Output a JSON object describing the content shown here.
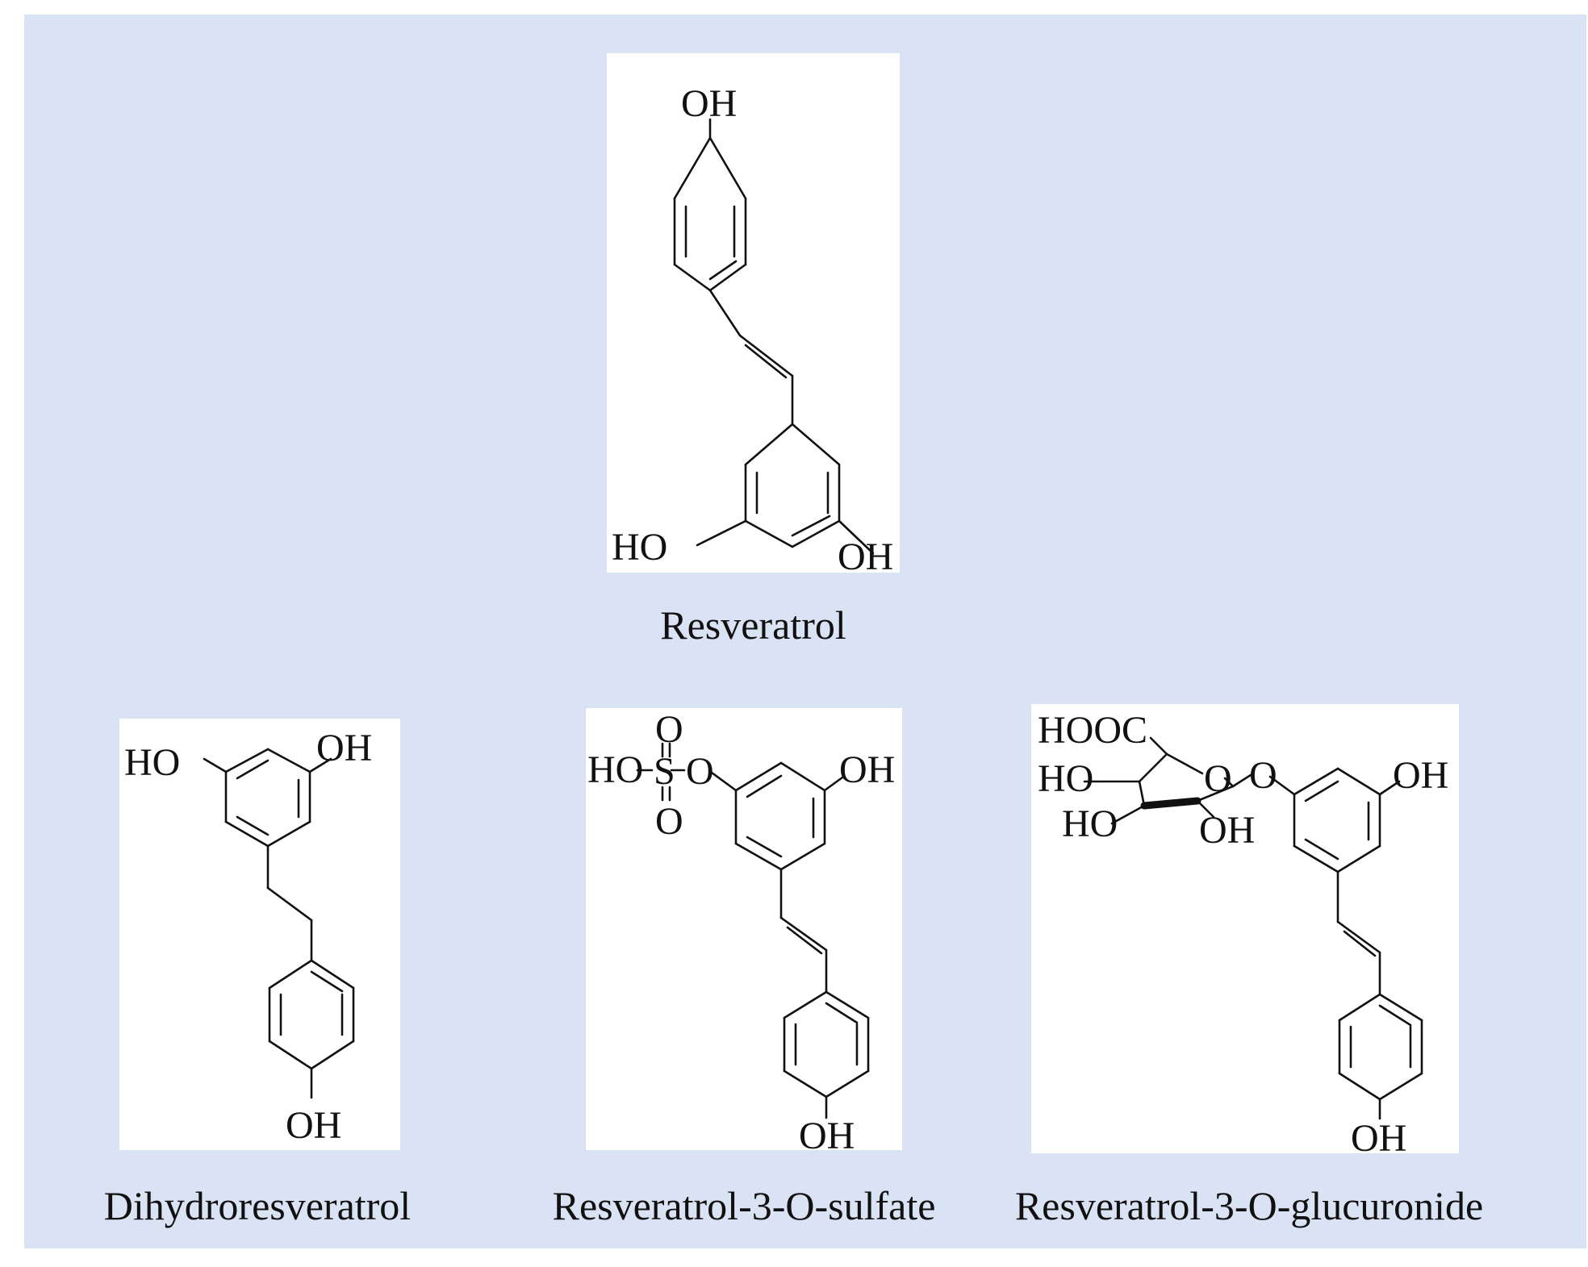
{
  "compounds": [
    {
      "name": "Resveratrol",
      "labels": {
        "oh_top": "OH",
        "ho_left": "HO",
        "oh_right": "OH"
      }
    },
    {
      "name": "Dihydroresveratrol",
      "labels": {
        "ho_left": "HO",
        "oh_right": "OH",
        "oh_bottom": "OH"
      }
    },
    {
      "name": "Resveratrol-3-O-sulfate",
      "labels": {
        "ho": "HO",
        "s": "S",
        "o_top": "O",
        "o_bottom": "O",
        "o_link": "O",
        "oh_right": "OH",
        "oh_bottom": "OH"
      }
    },
    {
      "name": "Resveratrol-3-O-glucuronide",
      "labels": {
        "hooc": "HOOC",
        "o_ring": "O",
        "o_link": "O",
        "ho_1": "HO",
        "ho_2": "HO",
        "oh_sugar": "OH",
        "oh_right": "OH",
        "oh_bottom": "OH"
      }
    }
  ]
}
